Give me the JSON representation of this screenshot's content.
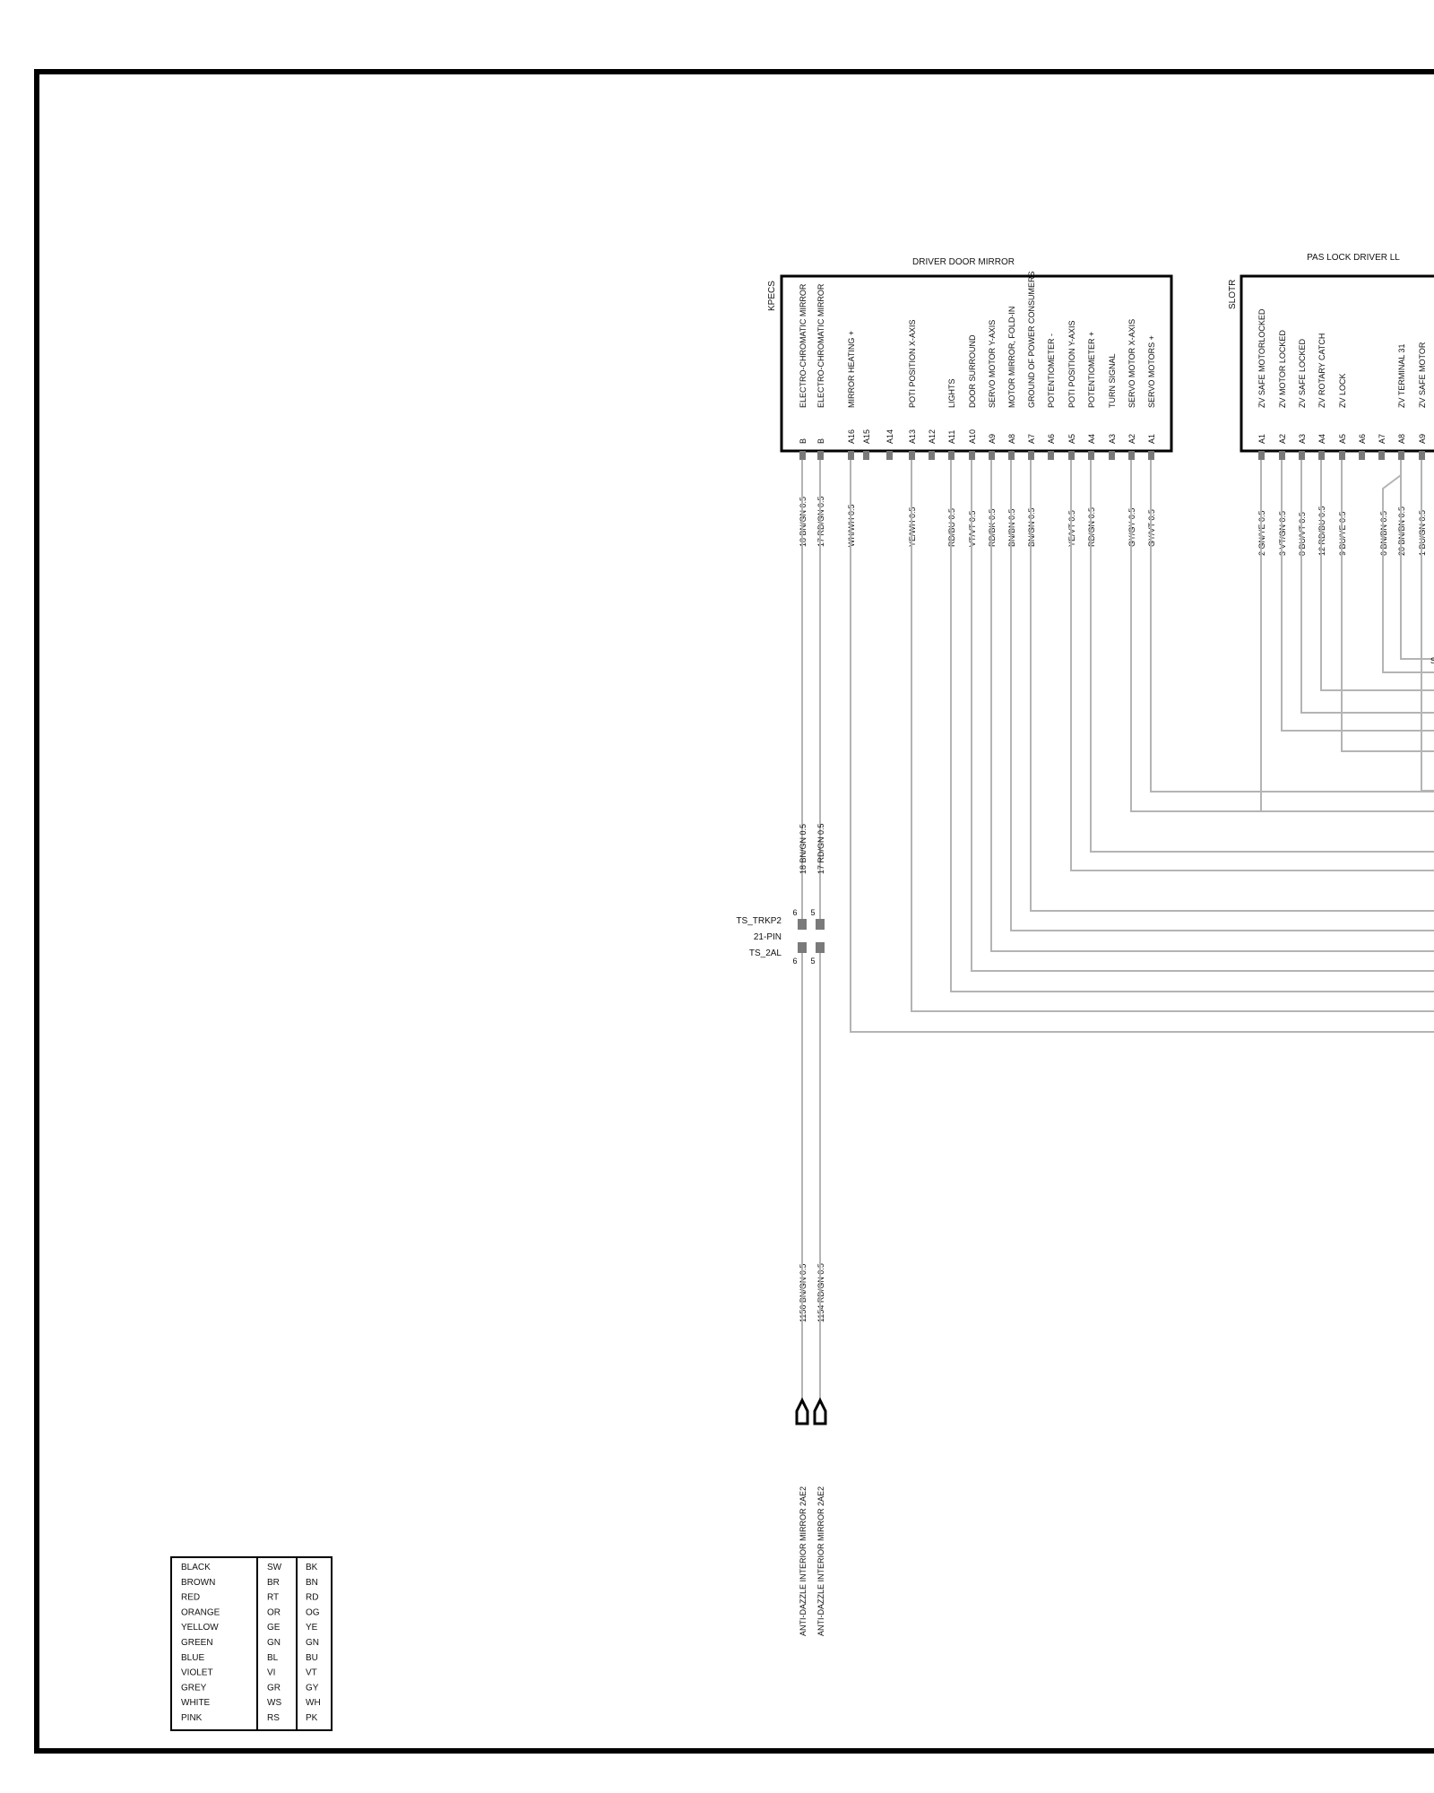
{
  "driver_mirror": {
    "title": "DRIVER DOOR MIRROR",
    "code": "KPECS",
    "pins": [
      {
        "pin": "B",
        "label": "ELECTRO-CHROMATIC MIRROR",
        "wire": "18 BN/GN 0.5"
      },
      {
        "pin": "B",
        "label": "ELECTRO-CHROMATIC MIRROR",
        "wire": "17 RD/GN 0.5"
      },
      {
        "pin": "A16",
        "label": "MIRROR HEATING +",
        "wire": "WH/WH 0.5"
      },
      {
        "pin": "A15",
        "label": "",
        "wire": ""
      },
      {
        "pin": "A14",
        "label": "",
        "wire": ""
      },
      {
        "pin": "A13",
        "label": "POTI POSITION X-AXIS",
        "wire": "YE/WH 0.5"
      },
      {
        "pin": "A12",
        "label": "",
        "wire": ""
      },
      {
        "pin": "A11",
        "label": "LIGHTS",
        "wire": "RD/BU 0.5"
      },
      {
        "pin": "A10",
        "label": "DOOR SURROUND",
        "wire": "VT/VT 0.5"
      },
      {
        "pin": "A9",
        "label": "SERVO MOTOR Y-AXIS",
        "wire": "RD/BK 0.5"
      },
      {
        "pin": "A8",
        "label": "MOTOR MIRROR, FOLD-IN",
        "wire": "BN/BN 0.5"
      },
      {
        "pin": "A7",
        "label": "GROUND OF POWER CONSUMERS",
        "wire": "BN/GN 0.5"
      },
      {
        "pin": "A6",
        "label": "POTENTIOMETER -",
        "wire": ""
      },
      {
        "pin": "A5",
        "label": "POTI POSITION Y-AXIS",
        "wire": "YE/VT 0.5"
      },
      {
        "pin": "A4",
        "label": "POTENTIOMETER +",
        "wire": "RD/GN 0.5"
      },
      {
        "pin": "A3",
        "label": "TURN SIGNAL",
        "wire": ""
      },
      {
        "pin": "A2",
        "label": "SERVO MOTOR X-AXIS",
        "wire": "GY/GY 0.5"
      },
      {
        "pin": "A1",
        "label": "SERVO MOTORS +",
        "wire": "GY/VT 0.5"
      }
    ]
  },
  "pas_lock": {
    "title": "PAS LOCK DRIVER LL",
    "code": "SLOTR",
    "pins": [
      {
        "pin": "A1",
        "label": "ZV SAFE MOTORLOCKED",
        "wire": "2 GN/YE 0.5"
      },
      {
        "pin": "A2",
        "label": "ZV MOTOR LOCKED",
        "wire": "3 VT/GN 0.5"
      },
      {
        "pin": "A3",
        "label": "ZV SAFE LOCKED",
        "wire": "8 BU/VT 0.5"
      },
      {
        "pin": "A4",
        "label": "ZV ROTARY CATCH",
        "wire": "12 RD/BU 0.5"
      },
      {
        "pin": "A5",
        "label": "ZV LOCK",
        "wire": "9 BU/YE 0.5"
      },
      {
        "pin": "A6",
        "label": "",
        "wire": ""
      },
      {
        "pin": "A7",
        "label": "",
        "wire": ""
      },
      {
        "pin": "A8",
        "label": "ZV TERMINAL 31",
        "wire": "6 BN/BN 0.5"
      },
      {
        "pin": "A8",
        "label": "ZV TERMINAL 31",
        "wire": "20 BN/BN 0.5"
      },
      {
        "pin": "A9",
        "label": "ZV SAFE MOTOR",
        "wire": "1 BU/GN 0.5"
      }
    ],
    "fragment": "S"
  },
  "connector": {
    "top_name": "TS_TRKP2",
    "pin_count": "21-PIN",
    "bottom_name": "TS_2AL",
    "pin_a": "6",
    "pin_b": "5",
    "upper_wires": [
      "18 BN/GN 0.5",
      "17 RD/GN 0.5"
    ],
    "lower_wires": [
      "1156 BN/GN 0.5",
      "1154 RD/GN 0.5"
    ]
  },
  "destinations": [
    "ANTI-DAZZLE INTERIOR MIRROR  2AE2",
    "ANTI-DAZZLE INTERIOR MIRROR  2AE2"
  ],
  "color_legend": [
    {
      "name": "BLACK",
      "de": "SW",
      "en": "BK"
    },
    {
      "name": "BROWN",
      "de": "BR",
      "en": "BN"
    },
    {
      "name": "RED",
      "de": "RT",
      "en": "RD"
    },
    {
      "name": "ORANGE",
      "de": "OR",
      "en": "OG"
    },
    {
      "name": "YELLOW",
      "de": "GE",
      "en": "YE"
    },
    {
      "name": "GREEN",
      "de": "GN",
      "en": "GN"
    },
    {
      "name": "BLUE",
      "de": "BL",
      "en": "BU"
    },
    {
      "name": "VIOLET",
      "de": "VI",
      "en": "VT"
    },
    {
      "name": "GREY",
      "de": "GR",
      "en": "GY"
    },
    {
      "name": "WHITE",
      "de": "WS",
      "en": "WH"
    },
    {
      "name": "PINK",
      "de": "RS",
      "en": "PK"
    }
  ],
  "colors": {
    "wire": "#b4b4b4",
    "frame": "#000000",
    "terminal": "#7a7a7a"
  }
}
